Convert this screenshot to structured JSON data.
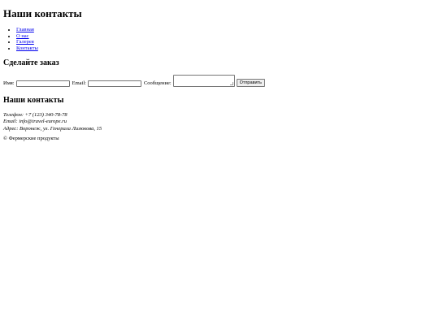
{
  "header": {
    "title": "Наши контакты"
  },
  "nav": {
    "items": [
      {
        "label": "Главная"
      },
      {
        "label": "О нас"
      },
      {
        "label": "Галерея"
      },
      {
        "label": "Контакты"
      }
    ]
  },
  "order": {
    "heading": "Сделайте заказ",
    "name_label": "Имя:",
    "email_label": "Email:",
    "message_label": "Сообщение:",
    "submit_label": "Отправить"
  },
  "contacts": {
    "heading": "Наши контакты",
    "phone": "Телефон: +7 (123) 340-78-78",
    "email": "Email: info@travel-europe.ru",
    "address": "Адрес: Воронеж, ул. Генерала Лизюкова, 15"
  },
  "footer": {
    "copyright": "© Фермерские продукты"
  }
}
